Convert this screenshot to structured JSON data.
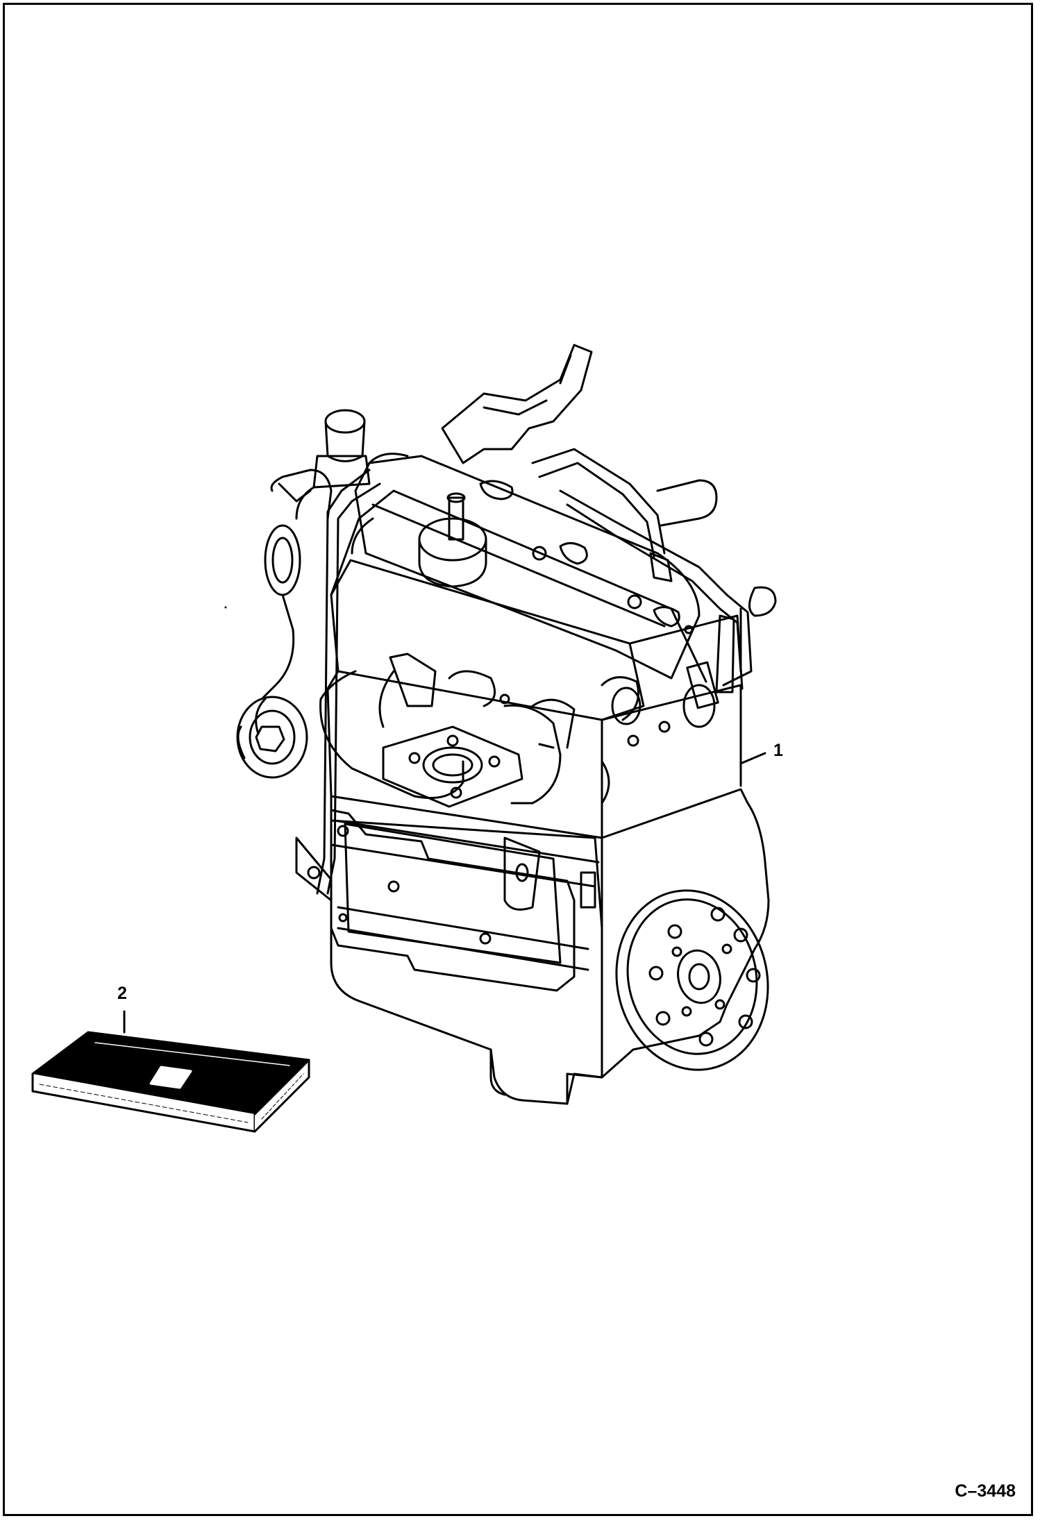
{
  "diagram": {
    "drawing_number": "C–3448",
    "callouts": [
      {
        "id": "1",
        "label": "1",
        "part": "engine"
      },
      {
        "id": "2",
        "label": "2",
        "part": "manual"
      }
    ],
    "colors": {
      "line": "#000000",
      "background": "#ffffff"
    }
  }
}
